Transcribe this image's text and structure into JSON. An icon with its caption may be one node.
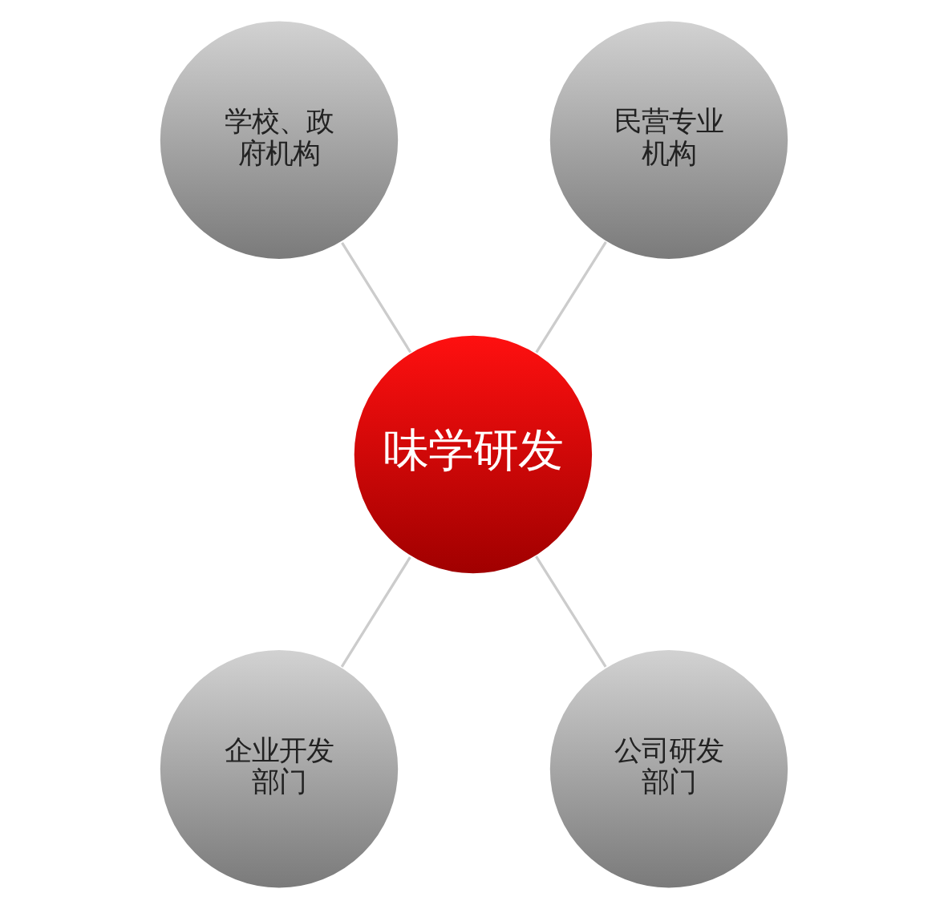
{
  "diagram": {
    "nodes": [
      {
        "text": [
          "学校、政府机构"
        ]
      },
      {
        "text": [
          "民营专业机构"
        ]
      },
      {
        "text": [
          "味学研发"
        ]
      },
      {
        "text": [
          "企业开发部门"
        ]
      },
      {
        "text": [
          "公司研发部门"
        ]
      }
    ],
    "edges": [
      {
        "from": 2,
        "to": 0,
        "arrow": "none"
      },
      {
        "from": 2,
        "to": 1,
        "arrow": "none"
      },
      {
        "from": 2,
        "to": 3,
        "arrow": "none"
      },
      {
        "from": 2,
        "to": 4,
        "arrow": "none"
      }
    ]
  }
}
